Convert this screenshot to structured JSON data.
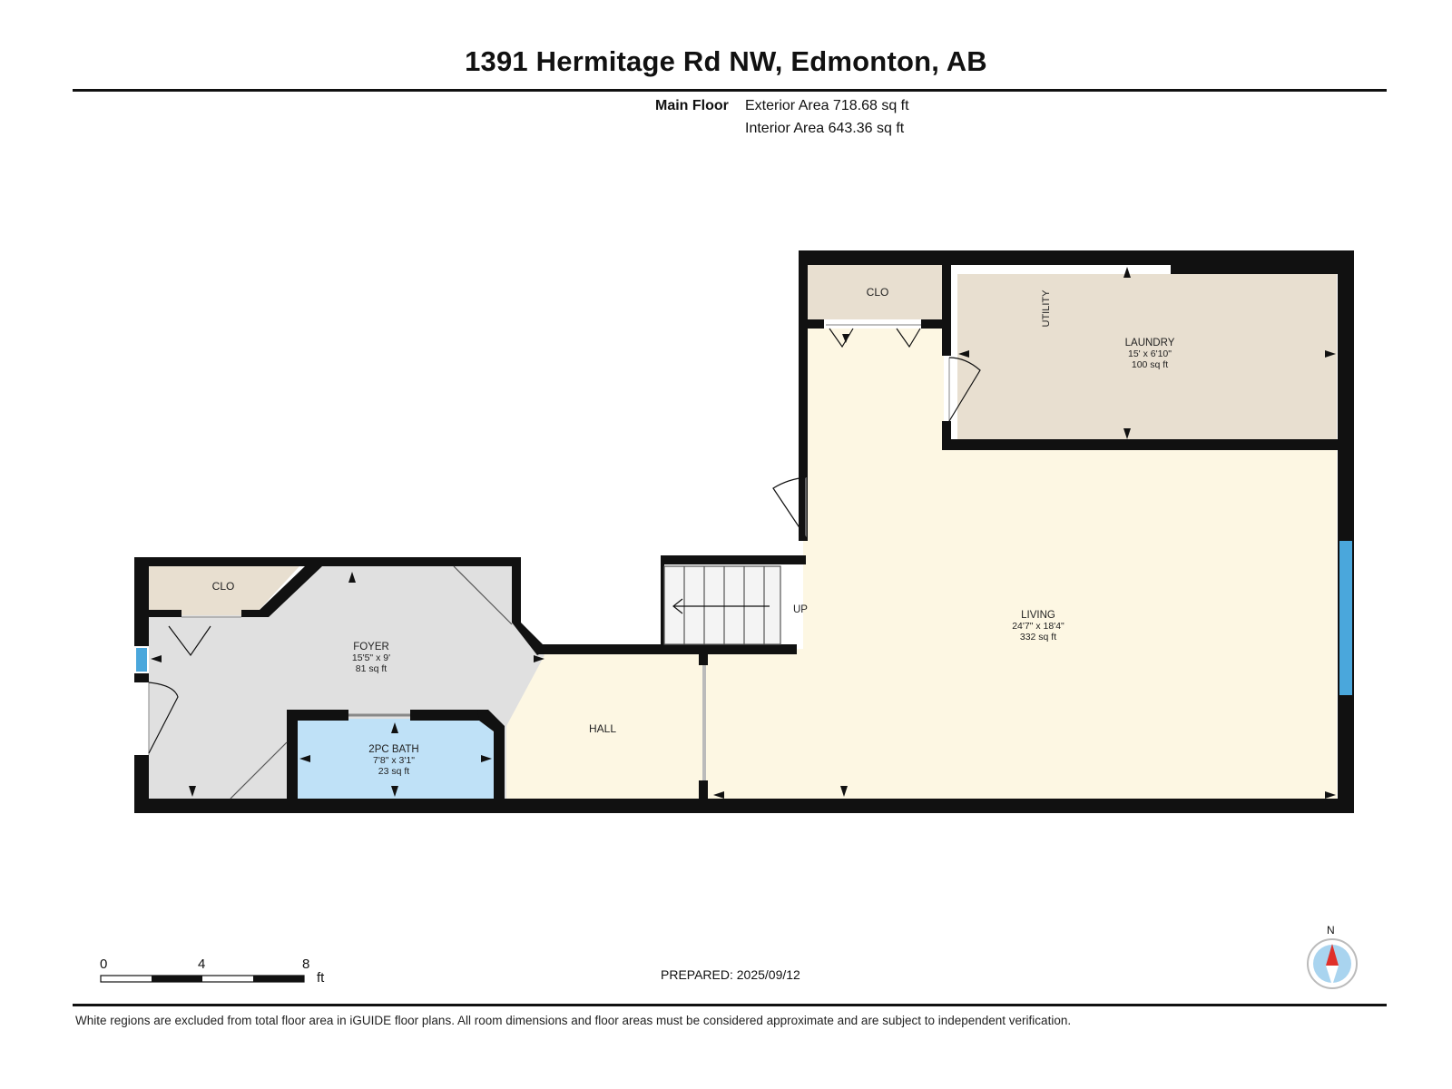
{
  "title": "1391 Hermitage Rd NW, Edmonton, AB",
  "floor": {
    "name": "Main Floor",
    "exterior_area": "Exterior Area 718.68 sq ft",
    "interior_area": "Interior Area 643.36 sq ft"
  },
  "rooms": {
    "clo_top": {
      "name": "CLO"
    },
    "utility": {
      "name": "UTILITY"
    },
    "laundry": {
      "name": "LAUNDRY",
      "dims": "15' x 6'10\"",
      "area": "100 sq ft"
    },
    "clo_left": {
      "name": "CLO"
    },
    "foyer": {
      "name": "FOYER",
      "dims": "15'5\" x 9'",
      "area": "81 sq ft"
    },
    "bath": {
      "name": "2PC BATH",
      "dims": "7'8\" x 3'1\"",
      "area": "23 sq ft"
    },
    "hall": {
      "name": "HALL"
    },
    "living": {
      "name": "LIVING",
      "dims": "24'7\" x 18'4\"",
      "area": "332 sq ft"
    },
    "stairs": {
      "name": "UP"
    }
  },
  "colors": {
    "wall": "#111111",
    "living": "#fdf7e3",
    "laundry": "#e8dfd0",
    "closet": "#e8dfd0",
    "foyer": "#e0e0e0",
    "bath": "#bfe1f7",
    "window": "#4aa7dc",
    "compass_needle": "#e0302a"
  },
  "scale": {
    "labels": [
      "0",
      "4",
      "8"
    ],
    "unit": "ft"
  },
  "compass": {
    "label": "N"
  },
  "prepared": "PREPARED: 2025/09/12",
  "disclaimer": "White regions are excluded from total floor area in iGUIDE floor plans. All room dimensions and floor areas must be considered approximate and are subject to independent verification."
}
